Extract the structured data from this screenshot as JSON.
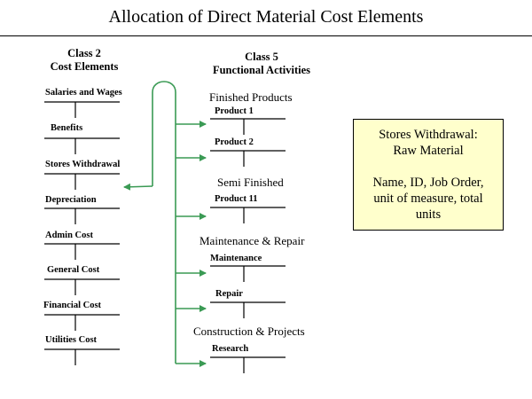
{
  "title": "Allocation of Direct Material Cost Elements",
  "left_header": {
    "line1": "Class 2",
    "line2": "Cost Elements"
  },
  "right_header": {
    "line1": "Class 5",
    "line2": "Functional Activities"
  },
  "cost_elements": [
    "Salaries and Wages",
    "Benefits",
    "Stores Withdrawal",
    "Depreciation",
    "Admin Cost",
    "General Cost",
    "Financial Cost",
    "Utilities Cost"
  ],
  "groups": [
    {
      "label": "Finished Products",
      "accounts": [
        "Product 1",
        "Product 2"
      ]
    },
    {
      "label": "Semi Finished",
      "accounts": [
        "Product 11"
      ]
    },
    {
      "label": "Maintenance & Repair",
      "accounts": [
        "Maintenance",
        "Repair"
      ]
    },
    {
      "label": "Construction & Projects",
      "accounts": [
        "Research"
      ]
    }
  ],
  "info_box": {
    "line1": "Stores Withdrawal:",
    "line2": "Raw Material",
    "line3": "Name, ID, Job Order,",
    "line4": "unit of measure, total",
    "line5": "units"
  },
  "colors": {
    "arrow": "#3a9a54",
    "box_fill": "#ffffcc"
  }
}
